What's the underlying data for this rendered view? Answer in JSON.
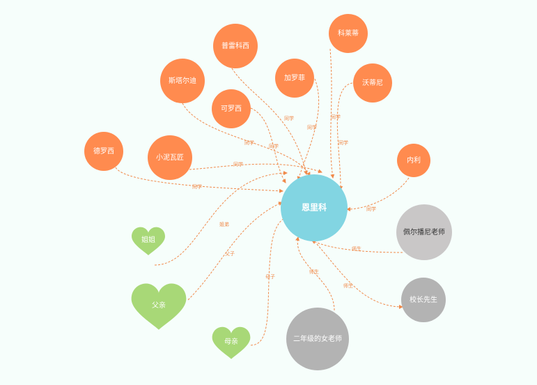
{
  "colors": {
    "background": "#f6fefb",
    "center": "#82d5e2",
    "classmate": "#ff8b4f",
    "family": "#a8d877",
    "teacher_light": "#c9c7c7",
    "teacher_mid": "#b3b3b3",
    "edge": "#f08a4b"
  },
  "nodes": [
    {
      "id": "center",
      "label": "恩里科",
      "group": "center"
    },
    {
      "id": "puleikexi",
      "label": "普雷科西",
      "group": "classmate",
      "shape": "circle"
    },
    {
      "id": "keleidi",
      "label": "科莱蒂",
      "group": "classmate",
      "shape": "circle"
    },
    {
      "id": "sitaerdi",
      "label": "斯塔尔迪",
      "group": "classmate",
      "shape": "circle"
    },
    {
      "id": "jialuofei",
      "label": "加罗菲",
      "group": "classmate",
      "shape": "circle"
    },
    {
      "id": "wodeni",
      "label": "沃蒂尼",
      "group": "classmate",
      "shape": "circle"
    },
    {
      "id": "keluoxi",
      "label": "可罗西",
      "group": "classmate",
      "shape": "circle"
    },
    {
      "id": "deluoxi",
      "label": "德罗西",
      "group": "classmate",
      "shape": "circle"
    },
    {
      "id": "xiaoniwajiang",
      "label": "小泥瓦匠",
      "group": "classmate",
      "shape": "circle"
    },
    {
      "id": "neili",
      "label": "内利",
      "group": "classmate",
      "shape": "circle"
    },
    {
      "id": "jiejie",
      "label": "姐姐",
      "group": "family",
      "shape": "heart"
    },
    {
      "id": "fuqin",
      "label": "父亲",
      "group": "family",
      "shape": "heart"
    },
    {
      "id": "muqin",
      "label": "母亲",
      "group": "family",
      "shape": "heart"
    },
    {
      "id": "peierboni",
      "label": "佩尔播尼老师",
      "group": "teacher_light",
      "shape": "circle"
    },
    {
      "id": "xiaozhang",
      "label": "校长先生",
      "group": "teacher_mid",
      "shape": "circle"
    },
    {
      "id": "ernianji",
      "label": "二年级的女老师",
      "group": "teacher_mid",
      "shape": "circle"
    }
  ],
  "edges": [
    {
      "id": "e-puleikexi",
      "source": "puleikexi",
      "target": "center",
      "label": "同学"
    },
    {
      "id": "e-keleidi",
      "source": "keleidi",
      "target": "center",
      "label": "同学"
    },
    {
      "id": "e-sitaerdi",
      "source": "sitaerdi",
      "target": "center",
      "label": "同学"
    },
    {
      "id": "e-jialuofei",
      "source": "jialuofei",
      "target": "center",
      "label": "同学"
    },
    {
      "id": "e-wodeni",
      "source": "wodeni",
      "target": "center",
      "label": "同学"
    },
    {
      "id": "e-keluoxi",
      "source": "keluoxi",
      "target": "center",
      "label": "同学"
    },
    {
      "id": "e-deluoxi",
      "source": "deluoxi",
      "target": "center",
      "label": "同学"
    },
    {
      "id": "e-xiaoniwajiang",
      "source": "xiaoniwajiang",
      "target": "center",
      "label": "同学"
    },
    {
      "id": "e-neili",
      "source": "neili",
      "target": "center",
      "label": "同学"
    },
    {
      "id": "e-jiejie",
      "source": "jiejie",
      "target": "center",
      "label": "姐弟"
    },
    {
      "id": "e-fuqin",
      "source": "fuqin",
      "target": "center",
      "label": "父子"
    },
    {
      "id": "e-muqin",
      "source": "muqin",
      "target": "center",
      "label": "母子"
    },
    {
      "id": "e-peierboni",
      "source": "peierboni",
      "target": "center",
      "label": "师生"
    },
    {
      "id": "e-xiaozhang",
      "source": "center",
      "target": "xiaozhang",
      "label": "师生"
    },
    {
      "id": "e-ernianji",
      "source": "ernianji",
      "target": "center",
      "label": "师生"
    }
  ]
}
